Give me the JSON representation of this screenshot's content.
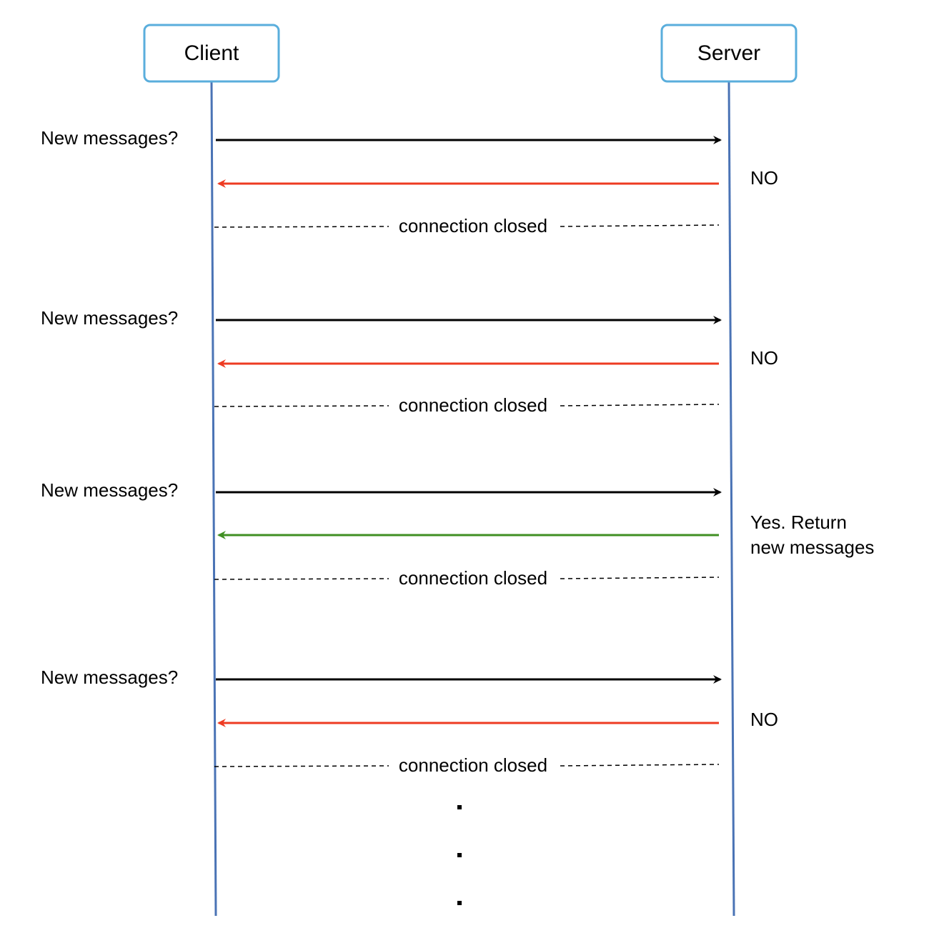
{
  "diagram": {
    "type": "sequence",
    "actors": [
      {
        "id": "client",
        "label": "Client"
      },
      {
        "id": "server",
        "label": "Server"
      }
    ],
    "colors": {
      "actor_border": "#5aaedc",
      "lifeline": "#4a73b5",
      "request": "#000000",
      "reply_no": "#ee3b22",
      "reply_yes": "#3f8f22",
      "closed": "#000000"
    },
    "rounds": [
      {
        "request_label": "New messages?",
        "reply_label": [
          "NO"
        ],
        "reply_kind": "no",
        "closed_label": "connection closed"
      },
      {
        "request_label": "New messages?",
        "reply_label": [
          "NO"
        ],
        "reply_kind": "no",
        "closed_label": "connection closed"
      },
      {
        "request_label": "New messages?",
        "reply_label": [
          "Yes. Return",
          "new messages"
        ],
        "reply_kind": "yes",
        "closed_label": "connection closed"
      },
      {
        "request_label": "New messages?",
        "reply_label": [
          "NO"
        ],
        "reply_kind": "no",
        "closed_label": "connection closed"
      }
    ],
    "continuation": [
      "dot",
      "dot",
      "dot"
    ]
  }
}
